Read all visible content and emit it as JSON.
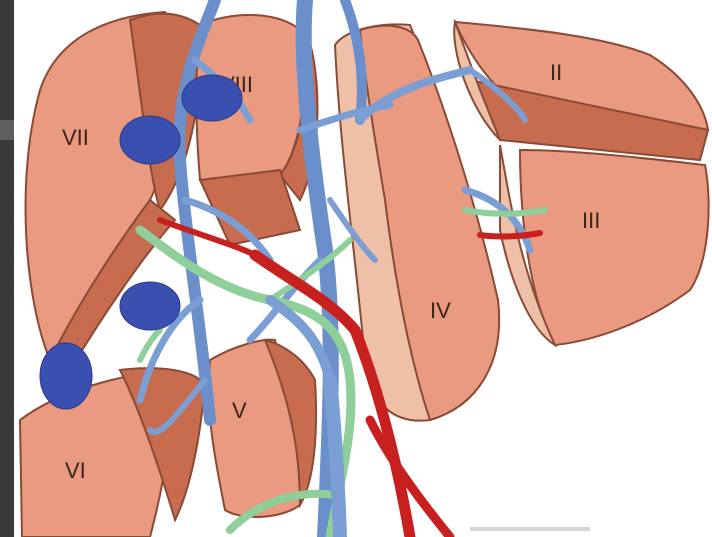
{
  "segments": {
    "ii": "II",
    "iii": "III",
    "iv": "IV",
    "v": "V",
    "vi": "VI",
    "vii": "VII",
    "viii": "VIII"
  },
  "colors": {
    "liver": "#e99a80",
    "liver_dark": "#c76c4f",
    "liver_pale": "#efc0a8",
    "outline": "#8a4a35",
    "portal_vein": "#7b9fd4",
    "hepatic_vein": "#6a8fcb",
    "artery": "#c8201e",
    "bile_duct": "#8fcf9a",
    "marker": "#3a50b0",
    "left_border": "#3a3a3a"
  }
}
